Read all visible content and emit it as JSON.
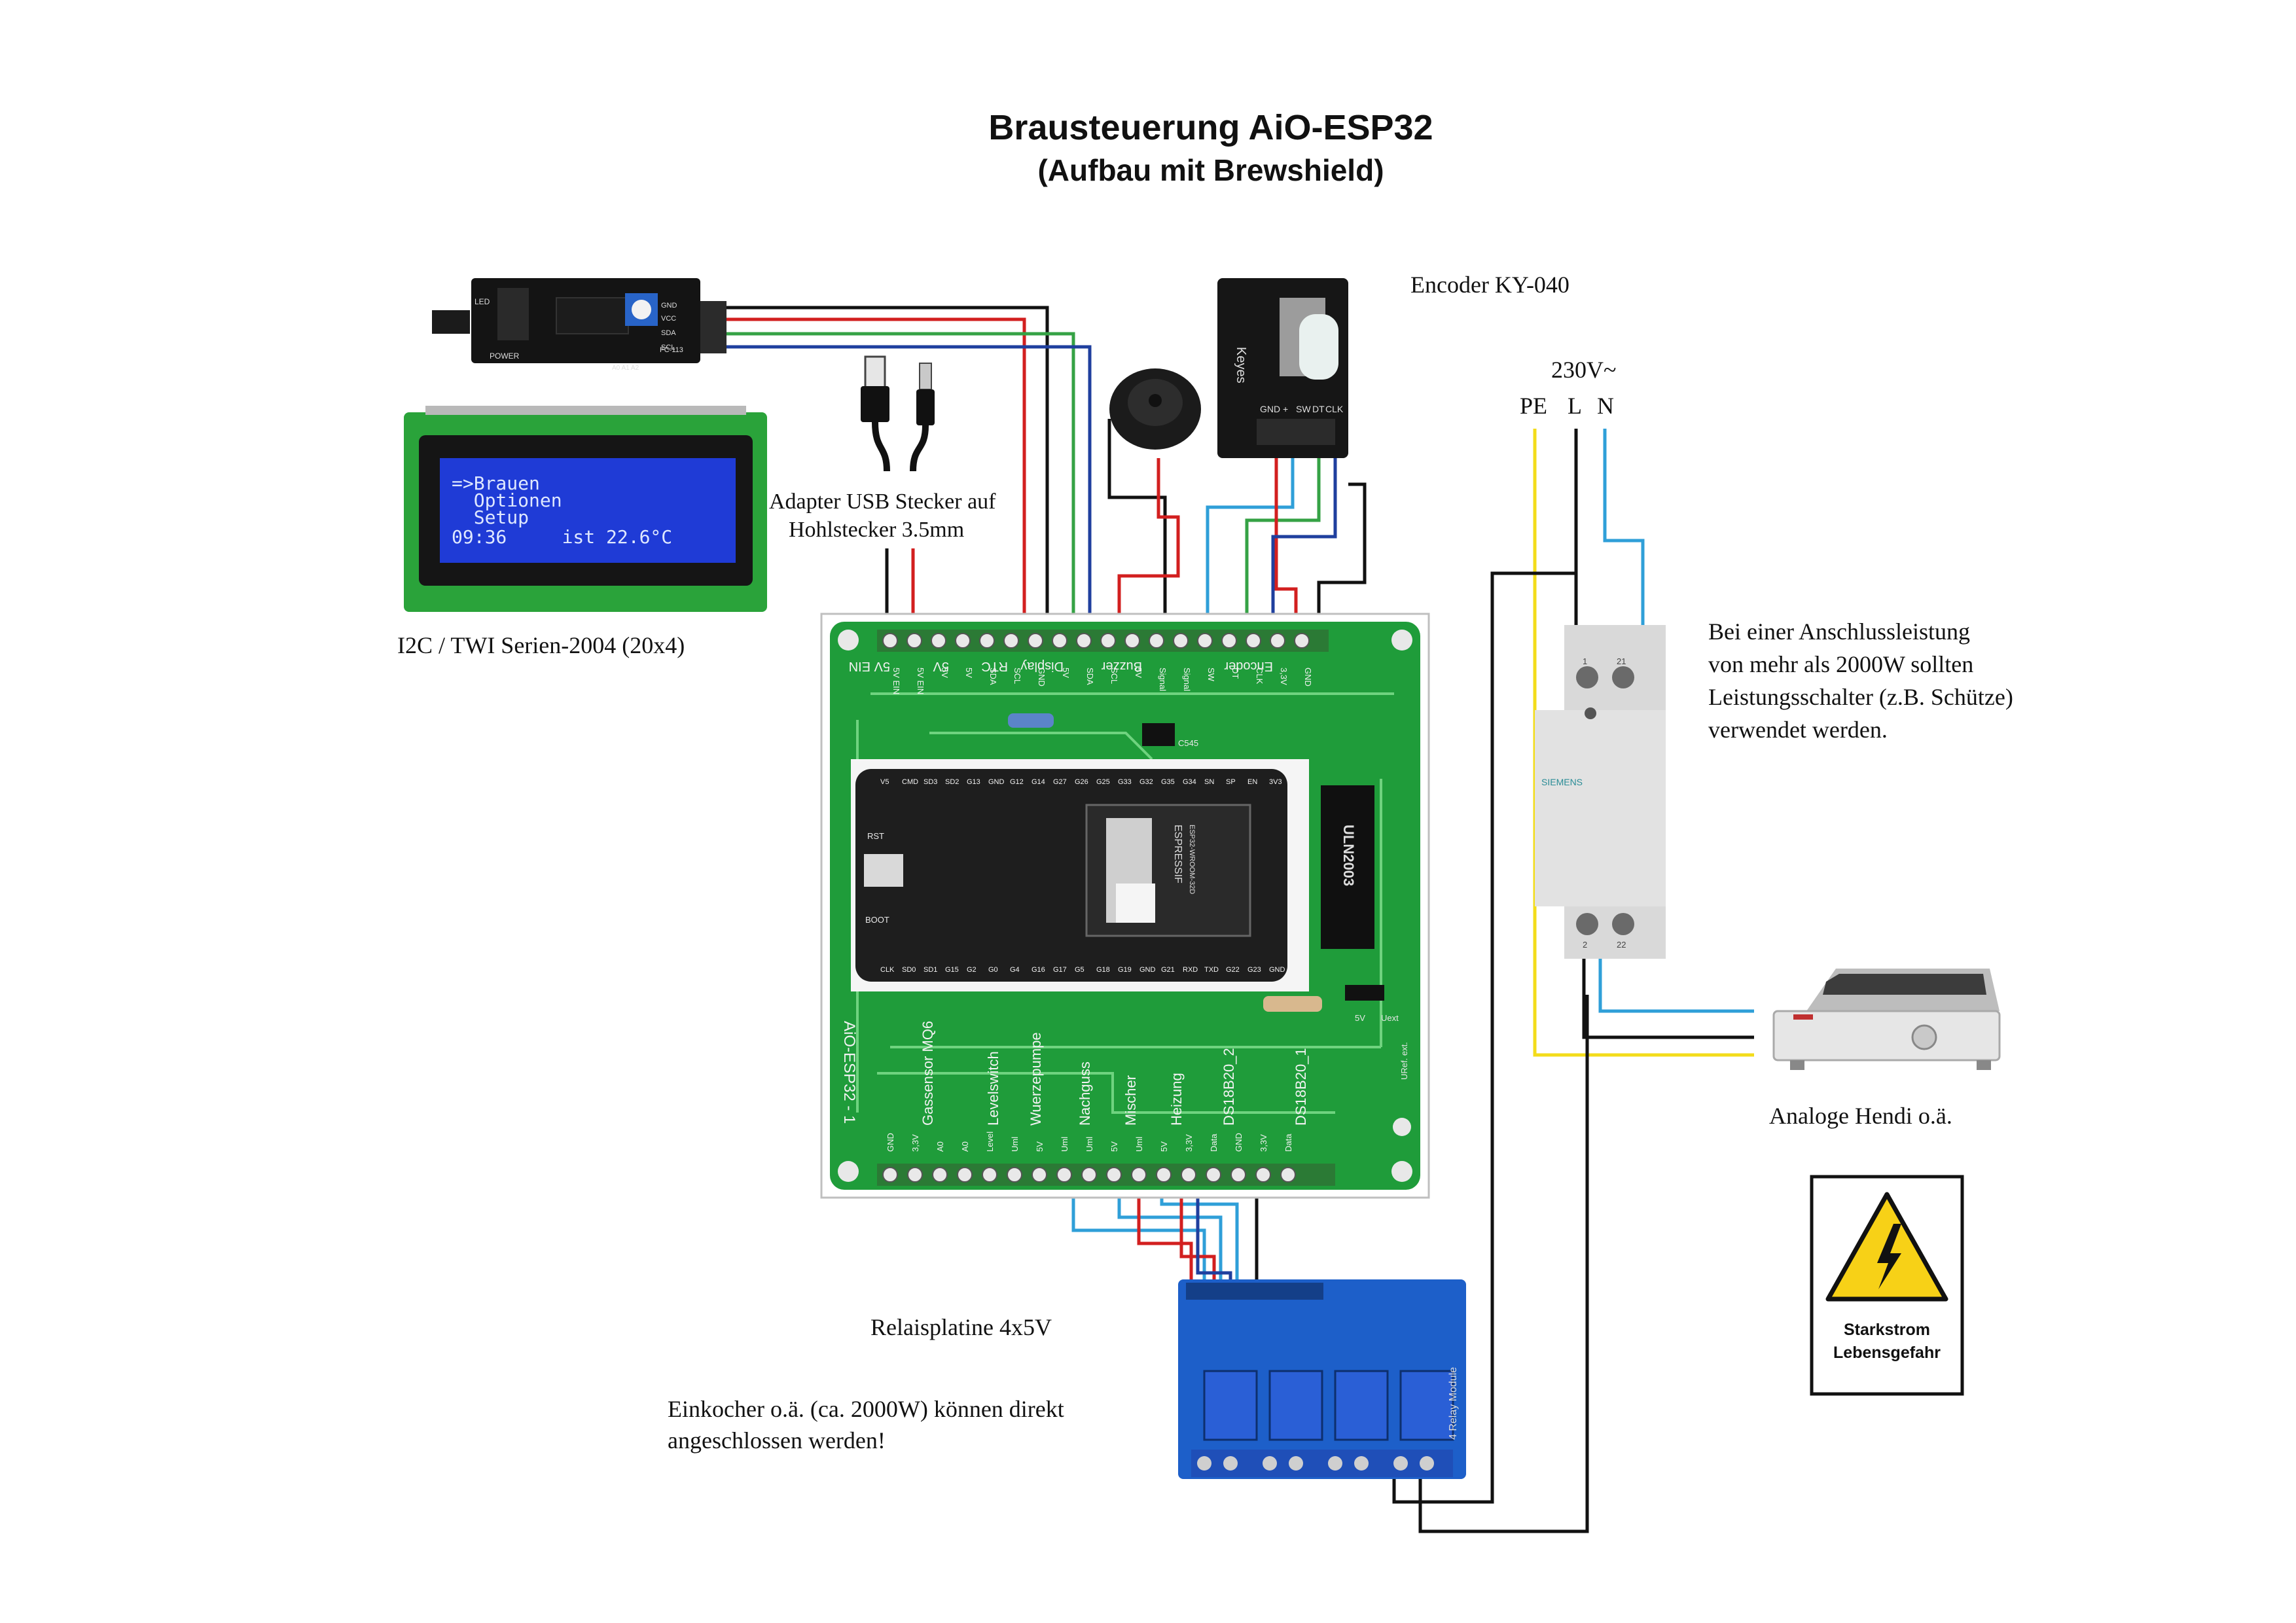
{
  "title": {
    "main": "Brausteuerung AiO-ESP32",
    "sub": "(Aufbau mit Brewshield)"
  },
  "labels": {
    "lcd": "I2C / TWI Serien-2004 (20x4)",
    "usb_adapter_1": "Adapter USB Stecker auf",
    "usb_adapter_2": "Hohlstecker 3.5mm",
    "encoder": "Encoder KY-040",
    "mains": "230V~",
    "pe": "PE",
    "l": "L",
    "n": "N",
    "contactor_note_1": "Bei einer Anschlussleistung",
    "contactor_note_2": "von mehr als 2000W sollten",
    "contactor_note_3": "Leistungsschalter (z.B. Schütze)",
    "contactor_note_4": "verwendet werden.",
    "hendi": "Analoge Hendi o.ä.",
    "relay": "Relaisplatine 4x5V",
    "kettle_1": "Einkocher o.ä. (ca. 2000W) können direkt",
    "kettle_2": "angeschlossen werden!",
    "warning_1": "Starkstrom",
    "warning_2": "Lebensgefahr"
  },
  "lcd_screen": {
    "line1": "=>Brauen",
    "line2": "  Optionen",
    "line3": "  Setup",
    "line4": "09:36     ist 22.6°C"
  },
  "i2c_module": {
    "pins": [
      "GND",
      "VCC",
      "SDA",
      "SCL"
    ],
    "led": "LED",
    "power": "POWER",
    "model": "FC-113",
    "addr": "A0 A1 A2"
  },
  "encoder_module": {
    "brand": "Keyes",
    "pins": [
      "GND",
      "+",
      "SW",
      "DT",
      "CLK"
    ]
  },
  "pcb": {
    "board_name": "AiO-ESP32 - 1",
    "top_pins": [
      "5V EIN",
      "5V EIN",
      "5V",
      "5V",
      "SDA",
      "SCL",
      "GND",
      "5V",
      "SDA",
      "SCL",
      "5V",
      "Signal",
      "Signal",
      "SW",
      "DT",
      "CLK",
      "3,3V",
      "GND"
    ],
    "top_groups": [
      "5V EIN",
      "5V",
      "RTC",
      "Display",
      "Buzzer",
      "Encoder"
    ],
    "bottom_pins": [
      "GND",
      "3,3V",
      "A0",
      "A0",
      "Level",
      "Uml",
      "5V",
      "Uml",
      "Uml",
      "5V",
      "Uml",
      "5V",
      "3,3V",
      "Data",
      "GND",
      "3,3V",
      "Data"
    ],
    "bottom_groups": [
      "Gassensor MQ6",
      "Levelswitch",
      "Wuerzepumpe",
      "Nachguss",
      "Mischer",
      "Heizung",
      "DS18B20_2",
      "DS18B20_1"
    ],
    "esp_top_pins": [
      "V5",
      "CMD",
      "SD3",
      "SD2",
      "G13",
      "GND",
      "G12",
      "G14",
      "G27",
      "G26",
      "G25",
      "G33",
      "G32",
      "G35",
      "G34",
      "SN",
      "SP",
      "EN",
      "3V3"
    ],
    "esp_bottom_pins": [
      "CLK",
      "SD0",
      "SD1",
      "G15",
      "G2",
      "G0",
      "G4",
      "G16",
      "G17",
      "G5",
      "G18",
      "G19",
      "GND",
      "G21",
      "RXD",
      "TXD",
      "G22",
      "G23",
      "GND"
    ],
    "esp_module": "ESPRESSIF",
    "esp_model": "ESP32-WROOM-32D",
    "rst": "RST",
    "boot": "BOOT",
    "uln": "ULN2003",
    "transistor": "C545",
    "jumper_1": "5V",
    "jumper_2": "Uext",
    "uref": "URef. ext."
  },
  "relay_board": {
    "side_text": "4 Relay Module"
  },
  "contactor": {
    "brand": "SIEMENS",
    "top_terminals": [
      "1",
      "21"
    ],
    "bottom_terminals": [
      "2",
      "22"
    ]
  },
  "colors": {
    "pcb_green": "#1f9c3a",
    "wire_red": "#d21f1f",
    "wire_black": "#111111",
    "wire_green": "#35a245",
    "wire_blue": "#1f3f9e",
    "wire_lightblue": "#2f9fd8",
    "wire_yellow": "#f3dc1a",
    "lcd_blue": "#1f3bd6",
    "relay_blue": "#1d5fc9",
    "warning_yellow": "#f7d117"
  }
}
